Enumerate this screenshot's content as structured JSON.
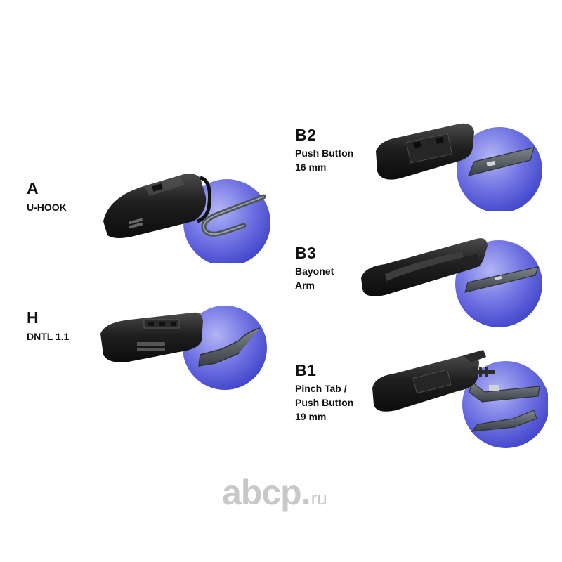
{
  "adapters": {
    "a": {
      "code": "A",
      "desc": "U-HOOK"
    },
    "h": {
      "code": "H",
      "desc": "DNTL 1.1"
    },
    "b2": {
      "code": "B2",
      "desc": "Push Button\n16 mm"
    },
    "b3": {
      "code": "B3",
      "desc": "Bayonet\nArm"
    },
    "b1": {
      "code": "B1",
      "desc": "Pinch Tab /\nPush Button\n19 mm"
    }
  },
  "logo": {
    "main": "abcp",
    "dot": ".",
    "tld": "ru"
  },
  "colors": {
    "circle": "#6b6ee0",
    "circle_light": "#a7a9f2",
    "adapter_dark": "#1c1c1c",
    "adapter_mid": "#3a3a3a",
    "arm": "#4c5358",
    "logo": "#c8c8c8"
  }
}
